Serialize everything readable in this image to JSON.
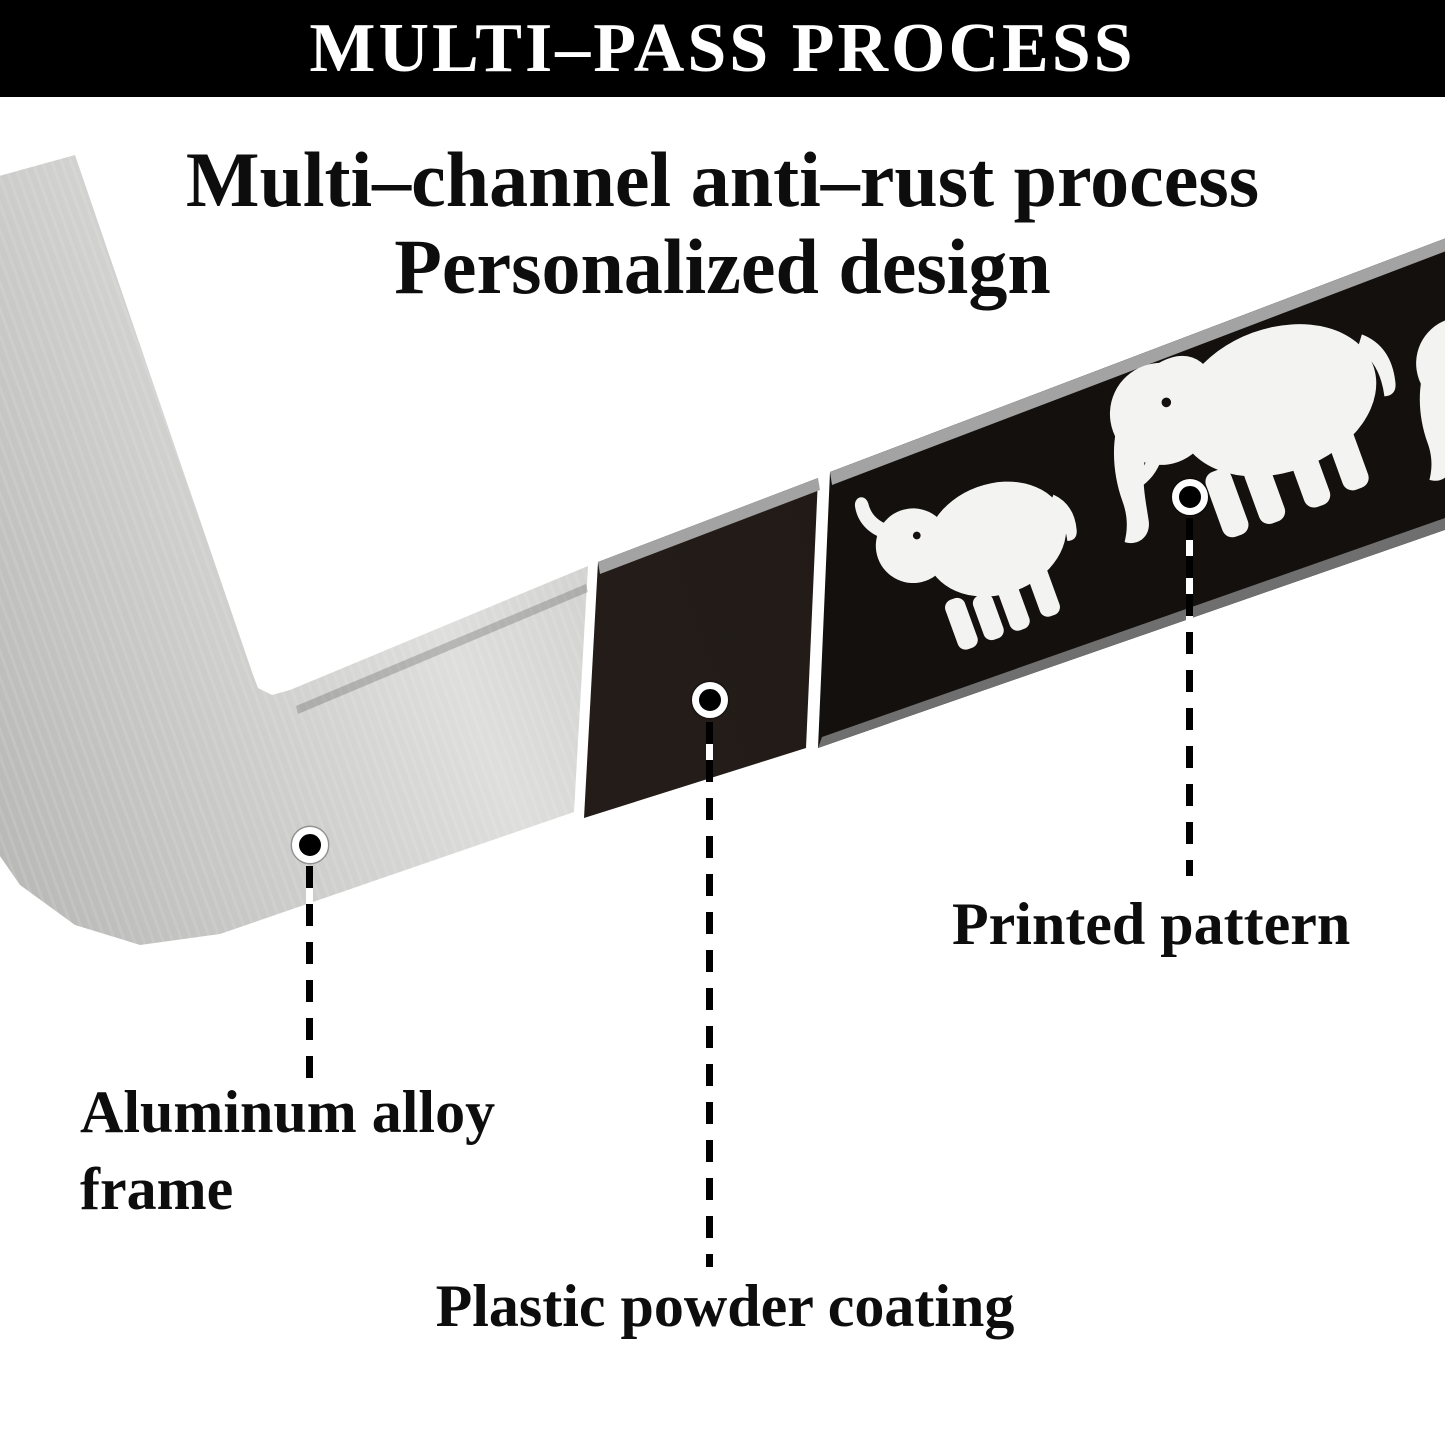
{
  "header": {
    "title": "MULTI–PASS PROCESS"
  },
  "headline": {
    "line1": "Multi–channel anti–rust process",
    "line2": "Personalized design"
  },
  "frame": {
    "sections": {
      "aluminum": "Aluminum alloy frame",
      "coating": "Plastic powder coating",
      "pattern": "Printed pattern"
    },
    "pattern_icons": [
      "baby-elephant-icon",
      "adult-elephant-icon",
      "partial-elephant-icon"
    ]
  },
  "colors": {
    "header_bg": "#000000",
    "ink": "#0d0d0d",
    "silver_light": "#dededd",
    "silver_mid": "#c3c3c2",
    "silver_dark": "#a8a8a7",
    "coating": "#221b17",
    "pattern_bg": "#14100e",
    "elephant": "#f3f3f1",
    "bevel": "#a3a3a3",
    "callout": "#000000"
  }
}
